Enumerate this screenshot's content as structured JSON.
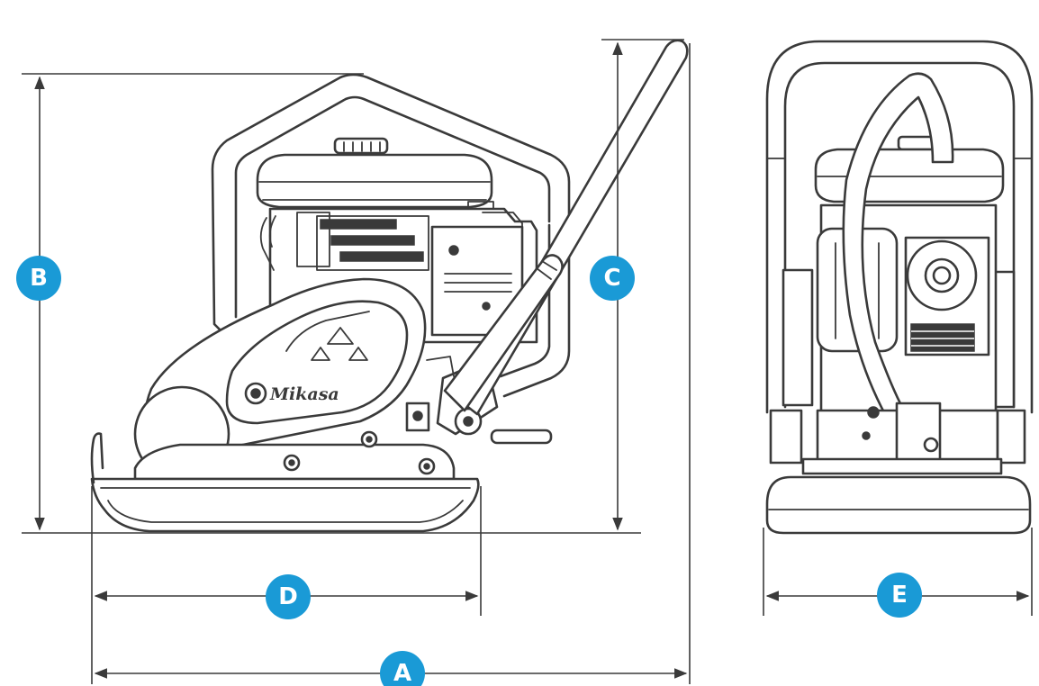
{
  "labels": {
    "a": "A",
    "b": "B",
    "c": "C",
    "d": "D",
    "e": "E"
  },
  "brand": {
    "logo_text": "Mikasa"
  },
  "colors": {
    "badge": "#1a9ad6",
    "line": "#3a3a3a",
    "background": "#ffffff"
  }
}
